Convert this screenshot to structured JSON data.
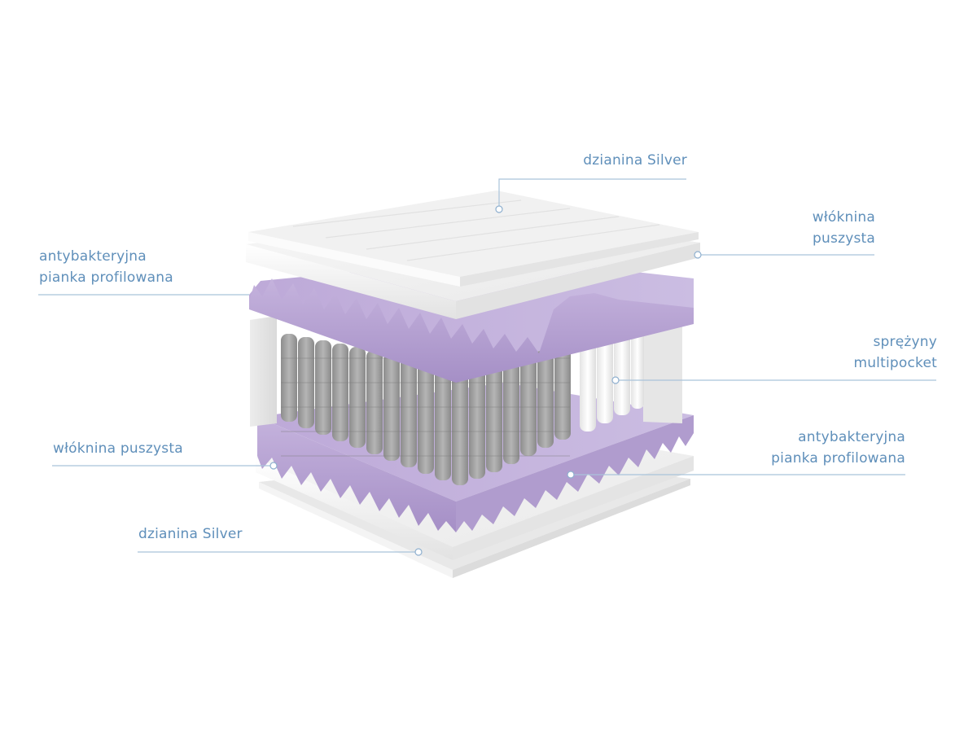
{
  "diagram": {
    "subject": "Mattress layer cross-section",
    "accent_color": "#5f8fba",
    "line_color": "#a9c3da",
    "layers_top_to_bottom": [
      {
        "id": "top-knit",
        "name": "dzianina Silver",
        "color": "#f3f3f3"
      },
      {
        "id": "top-fleece",
        "name": "włóknina puszysta",
        "color": "#fafafa"
      },
      {
        "id": "top-foam",
        "name": "antybakteryjna pianka profilowana",
        "color": "#b7a3d3"
      },
      {
        "id": "springs",
        "name": "sprężyny multipocket",
        "color": "#9c9c9c"
      },
      {
        "id": "bottom-foam",
        "name": "antybakteryjna pianka profilowana",
        "color": "#c1b0da"
      },
      {
        "id": "bottom-fleece",
        "name": "włóknina puszysta",
        "color": "#f6f6f6"
      },
      {
        "id": "bottom-knit",
        "name": "dzianina Silver",
        "color": "#efefef"
      }
    ]
  },
  "labels": {
    "top_knit": {
      "line1": "dzianina Silver"
    },
    "top_fleece": {
      "line1": "włóknina",
      "line2": "puszysta"
    },
    "top_foam": {
      "line1": "antybakteryjna",
      "line2": "pianka profilowana"
    },
    "springs": {
      "line1": "sprężyny",
      "line2": "multipocket"
    },
    "bottom_foam": {
      "line1": "antybakteryjna",
      "line2": "pianka profilowana"
    },
    "bottom_fleece": {
      "line1": "włóknina puszysta"
    },
    "bottom_knit": {
      "line1": "dzianina Silver"
    }
  }
}
